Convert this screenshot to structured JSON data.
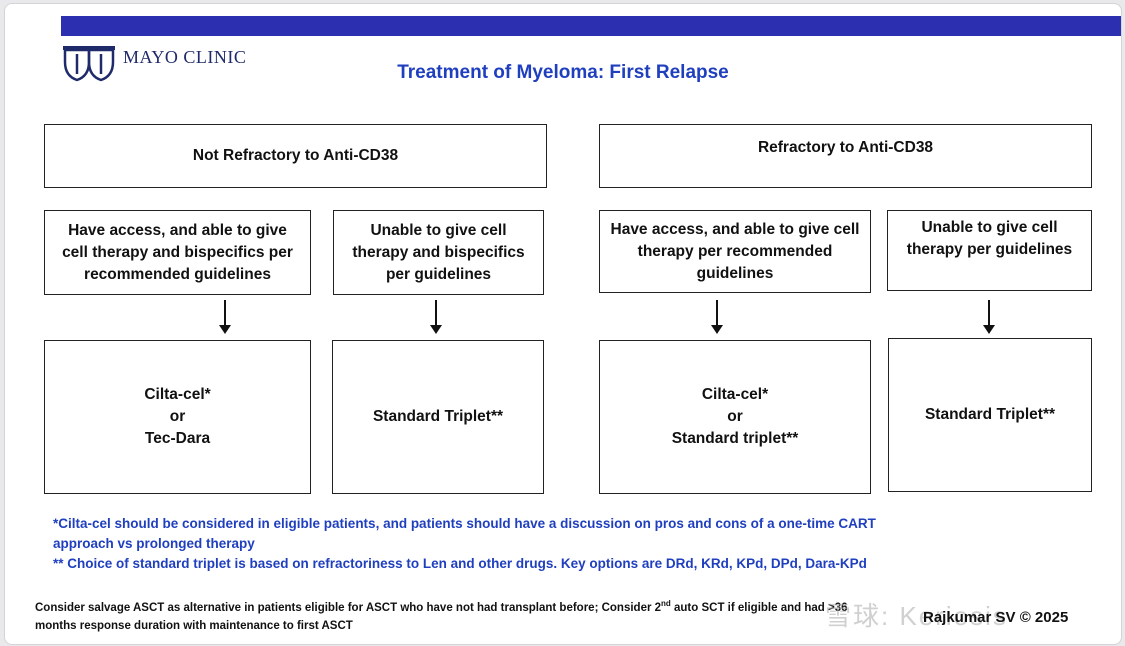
{
  "logo_text": "MAYO CLINIC",
  "title": "Treatment of Myeloma: First Relapse",
  "left_header": "Not Refractory to Anti-CD38",
  "right_header": "Refractory to Anti-CD38",
  "boxes": {
    "l1_cond": [
      "Have access, and able to give",
      "cell therapy and bispecifics per",
      "recommended guidelines"
    ],
    "l2_cond": [
      "Unable to give cell",
      "therapy and bispecifics",
      "per guidelines"
    ],
    "r1_cond": [
      "Have access, and able to give cell",
      "therapy per recommended",
      "guidelines"
    ],
    "r2_cond": [
      "Unable to give cell",
      "therapy per guidelines"
    ],
    "l1_tx": [
      "Cilta-cel*",
      "or",
      "Tec-Dara"
    ],
    "l2_tx": [
      "Standard Triplet**"
    ],
    "r1_tx": [
      "Cilta-cel*",
      "or",
      "Standard triplet**"
    ],
    "r2_tx": [
      "Standard Triplet**"
    ]
  },
  "notes": [
    "*Cilta-cel should be considered in eligible patients, and patients should have a discussion on pros and cons of a one-time CART",
    "approach  vs prolonged therapy",
    "** Choice of standard triplet is based on refractoriness to Len and other drugs. Key options are DRd, KRd, KPd, DPd, Dara-KPd"
  ],
  "footer": {
    "part1": "Consider salvage ASCT as alternative in patients eligible for ASCT who have not had transplant before; Consider 2",
    "sup": "nd",
    "part2": " auto SCT if eligible and had >36",
    "line2": "months response duration with maintenance to first ASCT"
  },
  "credit": "Rajkumar SV © 2025",
  "watermark": "雪球: Keriosis",
  "colors": {
    "accent_bar": "#2b2fb0",
    "title_blue": "#1f3fbf",
    "logo_navy": "#1f2a6b"
  }
}
